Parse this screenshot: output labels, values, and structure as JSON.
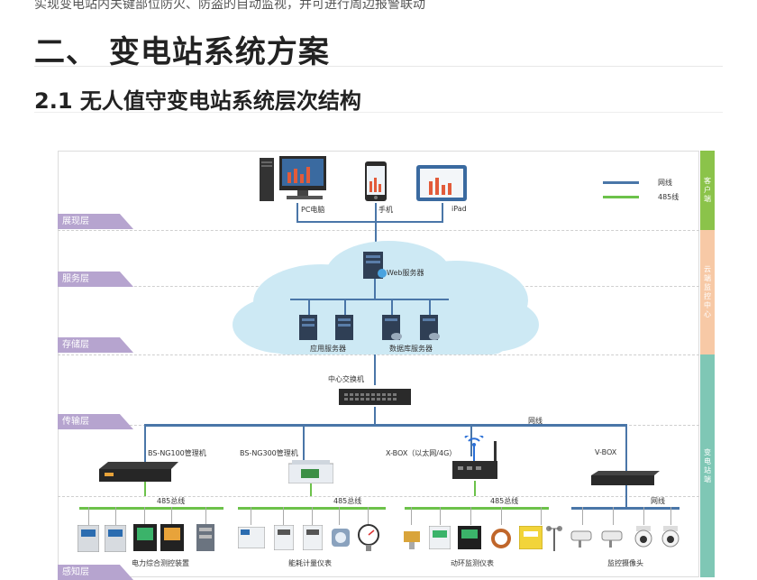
{
  "doc": {
    "intro_line": "实现变电站内关键部位防火、防盗的自动监视，并可进行周边报警联动",
    "heading": "二、 变电站系统方案",
    "subheading": "2.1 无人值守变电站系统层次结构"
  },
  "diagram": {
    "legend": [
      {
        "label": "网线",
        "color": "#4a76a8"
      },
      {
        "label": "485线",
        "color": "#6cc24a"
      }
    ],
    "layers": [
      "展现层",
      "服务层",
      "存储层",
      "传输层",
      "感知层"
    ],
    "side_bands": [
      {
        "label": "客户端",
        "color": "#8bc34a"
      },
      {
        "label": "云端监控中心",
        "color": "#f7c9a6"
      },
      {
        "label": "变电站端",
        "color": "#7fc7b5"
      }
    ],
    "clients": [
      "PC电脑",
      "手机",
      "iPad"
    ],
    "cloud": {
      "web_server": "Web服务器",
      "app_server": "应用服务器",
      "db_server": "数据库服务器"
    },
    "core_switch": "中心交换机",
    "network_label": "网线",
    "gateways": [
      "BS-NG100管理机",
      "BS-NG300管理机",
      "X-BOX（以太网/4G）",
      "V-BOX"
    ],
    "bus_labels": [
      "485总线",
      "485总线",
      "485总线",
      "网线"
    ],
    "sensor_groups": [
      "电力综合测控装置",
      "能耗计量仪表",
      "动环监测仪表",
      "监控摄像头"
    ],
    "colors": {
      "lan": "#4a76a8",
      "rs485": "#6cc24a",
      "cloud": "#cde9f4",
      "layer_tag": "#b6a4cf"
    }
  }
}
